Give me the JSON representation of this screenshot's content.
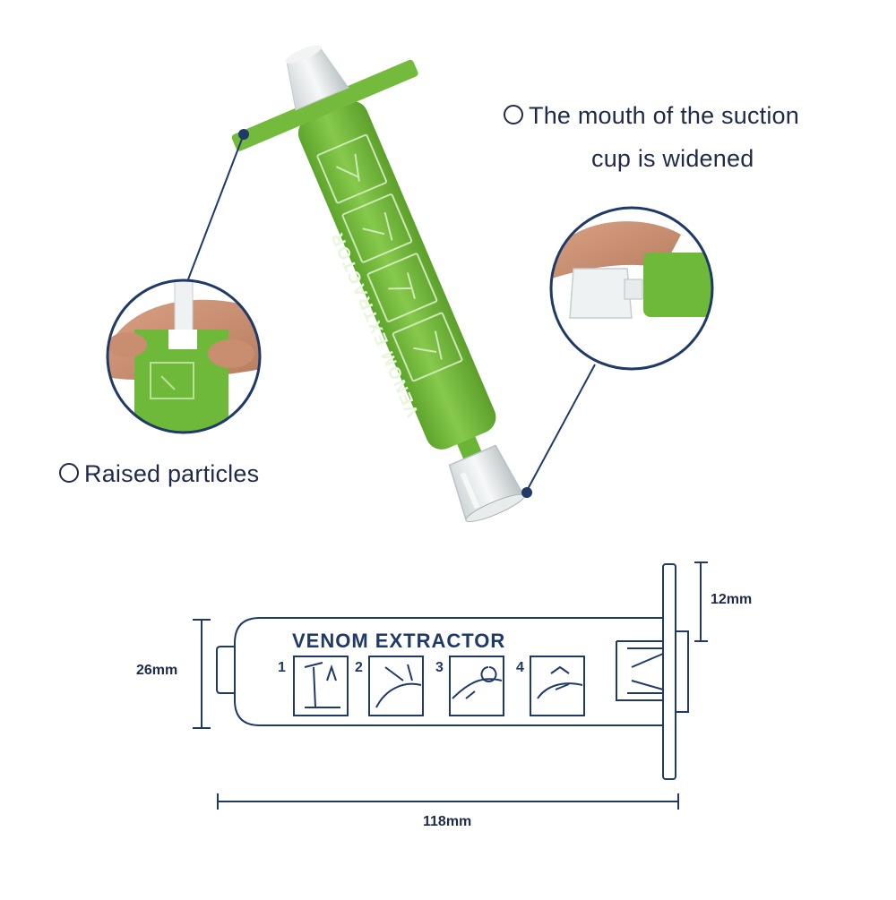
{
  "callouts": {
    "suction_cup_line1": "The mouth of the suction",
    "suction_cup_line2": "cup is widened",
    "raised_particles": "Raised particles"
  },
  "product": {
    "name_on_green": "VENOM EXTRACTOR",
    "name_on_diagram": "VENOM EXTRACTOR",
    "steps": [
      "1",
      "2",
      "3",
      "4"
    ]
  },
  "dimensions": {
    "flange": "12mm",
    "diameter": "26mm",
    "length": "118mm"
  },
  "colors": {
    "green": "#7cc242",
    "green_dark": "#5ea52c",
    "outline": "#1f3a66",
    "text": "#1f2b46"
  }
}
